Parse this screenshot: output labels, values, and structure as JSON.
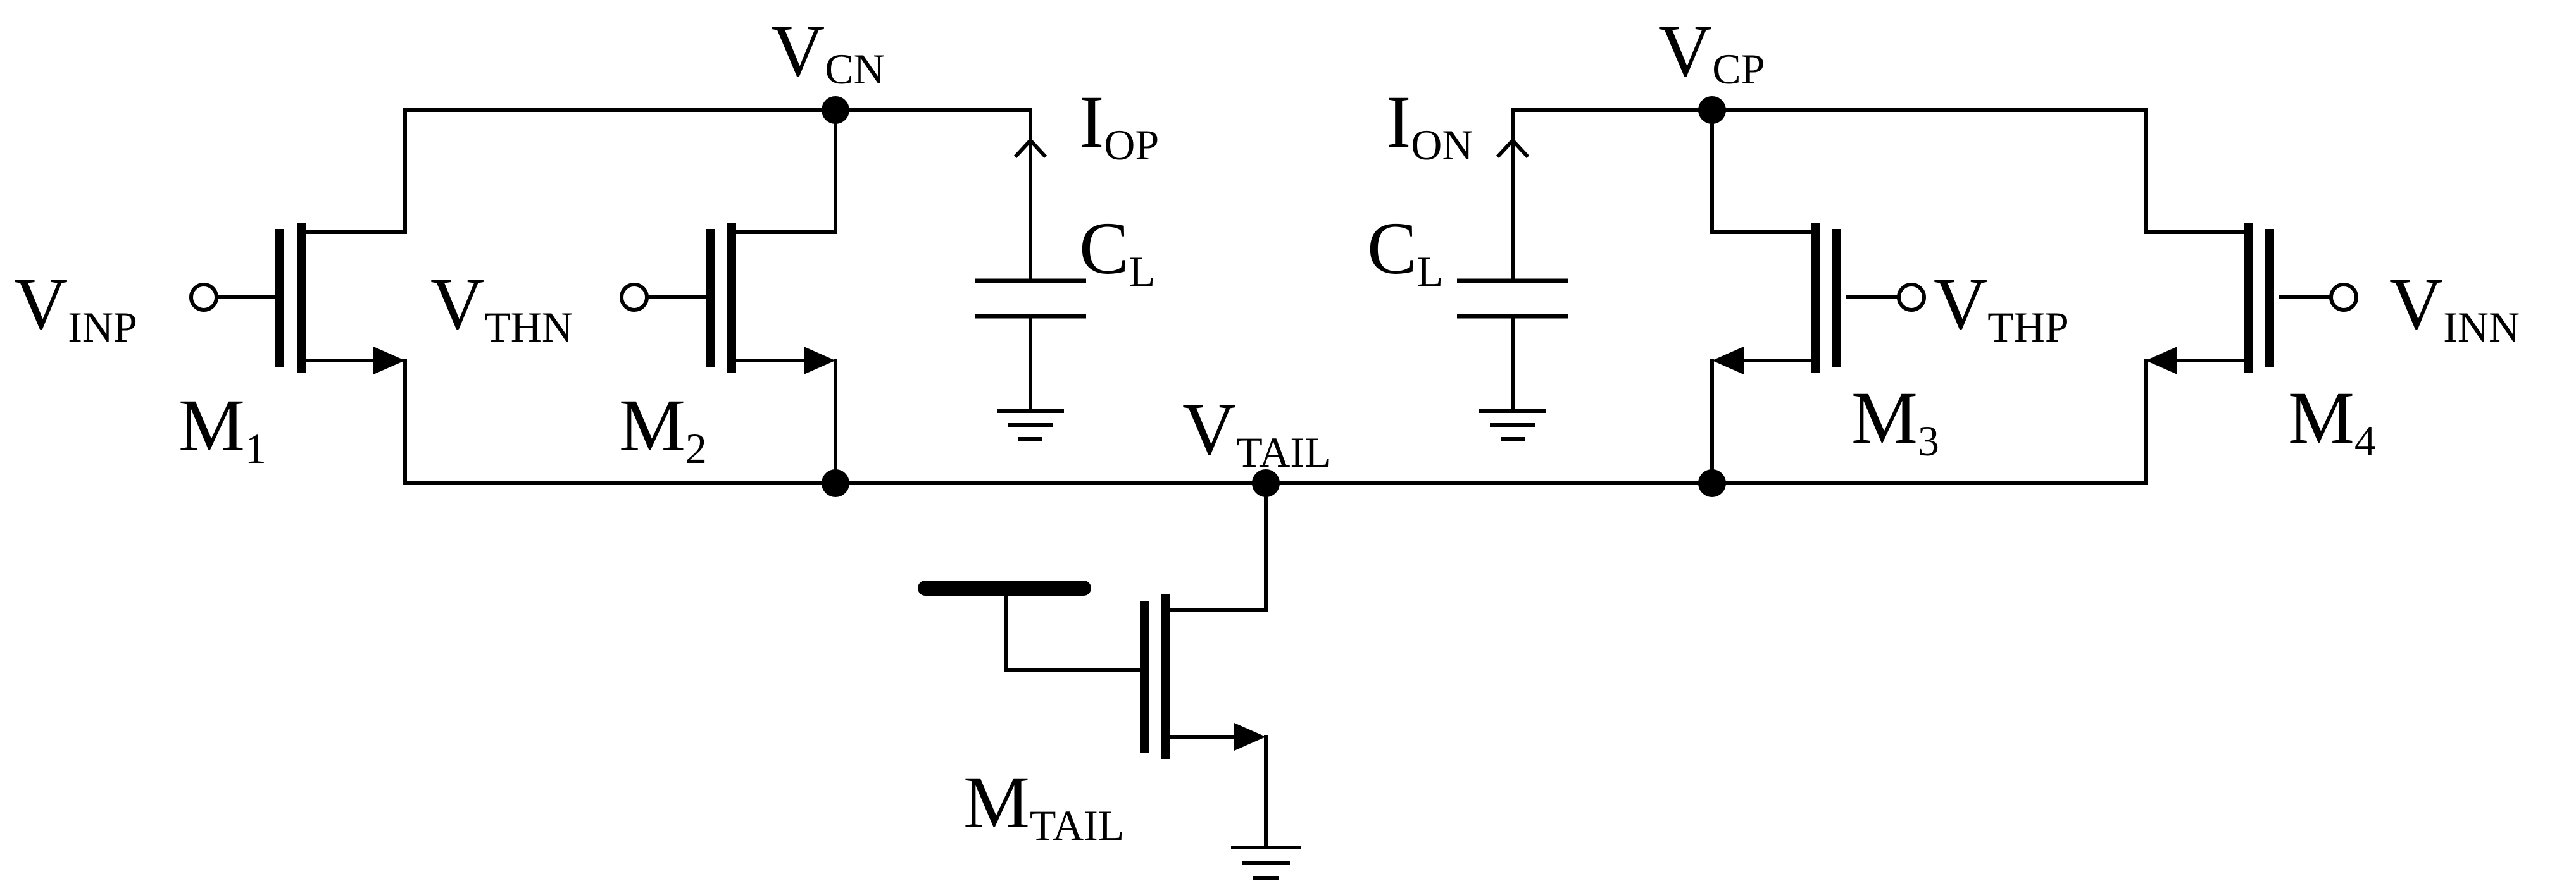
{
  "labels": {
    "vcn": {
      "main": "V",
      "sub": "CN"
    },
    "vcp": {
      "main": "V",
      "sub": "CP"
    },
    "iop": {
      "main": "I",
      "sub": "OP"
    },
    "ion": {
      "main": "I",
      "sub": "ON"
    },
    "cl_left": {
      "main": "C",
      "sub": "L"
    },
    "cl_right": {
      "main": "C",
      "sub": "L"
    },
    "vinp": {
      "main": "V",
      "sub": "INP"
    },
    "vthn": {
      "main": "V",
      "sub": "THN"
    },
    "vthp": {
      "main": "V",
      "sub": "THP"
    },
    "vinn": {
      "main": "V",
      "sub": "INN"
    },
    "m1": {
      "main": "M",
      "sub": "1"
    },
    "m2": {
      "main": "M",
      "sub": "2"
    },
    "m3": {
      "main": "M",
      "sub": "3"
    },
    "m4": {
      "main": "M",
      "sub": "4"
    },
    "vtail": {
      "main": "V",
      "sub": "TAIL"
    },
    "mtail": {
      "main": "M",
      "sub": "TAIL"
    }
  }
}
